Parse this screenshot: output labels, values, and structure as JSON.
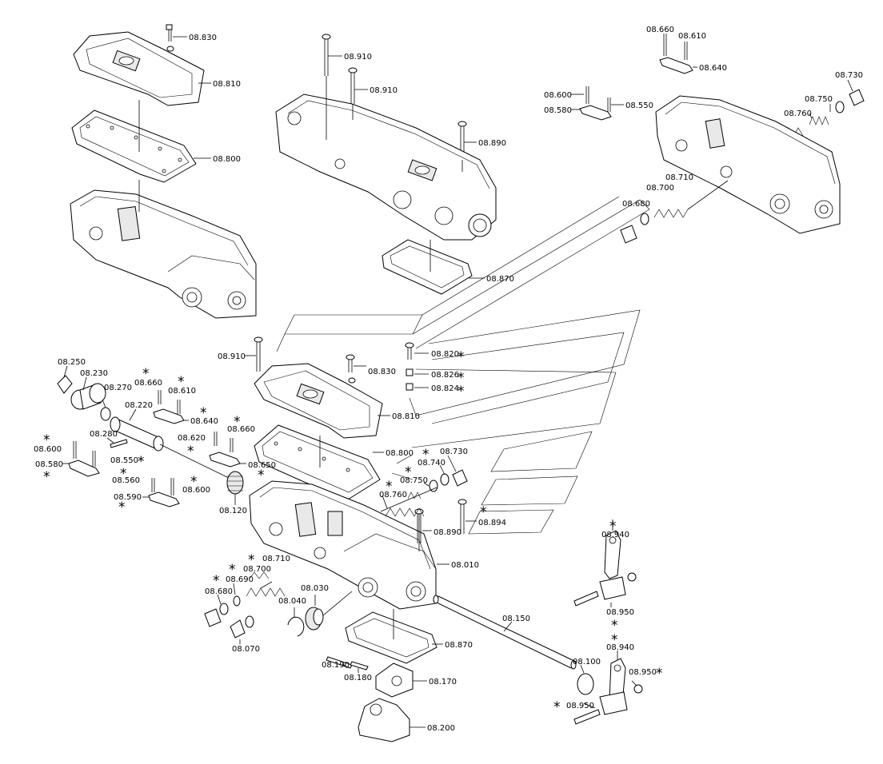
{
  "labels": {
    "l08830a": "08.830",
    "l08810a": "08.810",
    "l08800a": "08.800",
    "l08910a": "08.910",
    "l08910b": "08.910",
    "l08890a": "08.890",
    "l08870a": "08.870",
    "l08660a": "08.660",
    "l08610a": "08.610",
    "l08640a": "08.640",
    "l08600a": "08.600",
    "l08580a": "08.580",
    "l08550a": "08.550",
    "l08730a": "08.730",
    "l08750a": "08.750",
    "l08760a": "08.760",
    "l08710a": "08.710",
    "l08700a": "08.700",
    "l08680a": "08.680",
    "l08910c": "08.910",
    "l08830b": "08.830",
    "l08820": "08.820",
    "l08826": "08.826",
    "l08824": "08.824",
    "l08810b": "08.810",
    "l08800b": "08.800",
    "l08250": "08.250",
    "l08230": "08.230",
    "l08270": "08.270",
    "l08220": "08.220",
    "l08660b": "08.660",
    "l08610b": "08.610",
    "l08640b": "08.640",
    "l08280": "08.280",
    "l08600b": "08.600",
    "l08550b": "08.550",
    "l08580b": "08.580",
    "l08620": "08.620",
    "l08660c": "08.660",
    "l08650": "08.650",
    "l08560": "08.560",
    "l08600c": "08.600",
    "l08590": "08.590",
    "l08120": "08.120",
    "l08730b": "08.730",
    "l08740": "08.740",
    "l08750b": "08.750",
    "l08760b": "08.760",
    "l08890b": "08.890",
    "l08894": "08.894",
    "l08010": "08.010",
    "l08710b": "08.710",
    "l08700b": "08.700",
    "l08690": "08.690",
    "l08680b": "08.680",
    "l08040": "08.040",
    "l08030": "08.030",
    "l08070": "08.070",
    "l08870b": "08.870",
    "l08150": "08.150",
    "l08190": "08.190",
    "l08180": "08.180",
    "l08170": "08.170",
    "l08200": "08.200",
    "l08100": "08.100",
    "l08940a": "08.940",
    "l08950a": "08.950",
    "l08940b": "08.940",
    "l08950b": "08.950",
    "l08950c": "08.950"
  },
  "star_symbol": "*",
  "colors": {
    "line": "#000000",
    "fill": "#ffffff",
    "shade": "#e9e9e9"
  }
}
